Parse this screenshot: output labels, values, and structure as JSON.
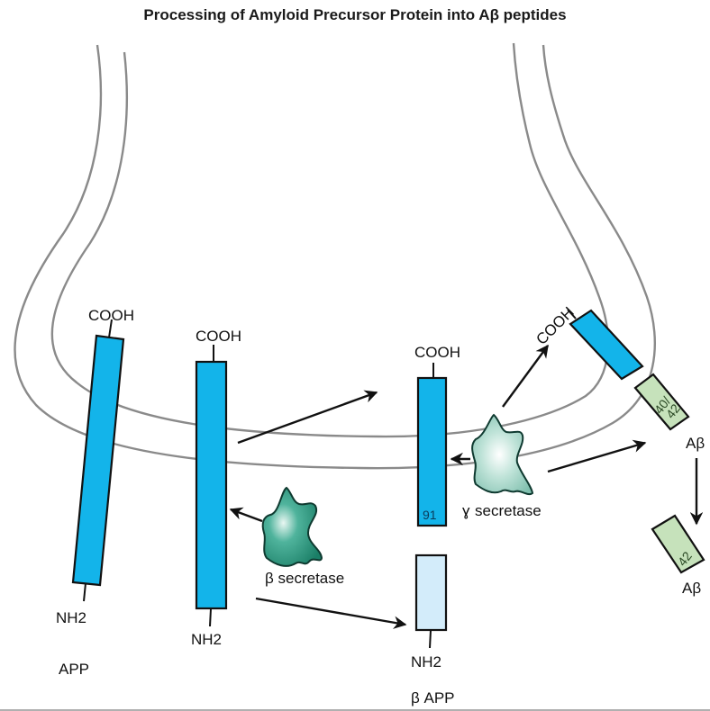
{
  "title": "Processing of Amyloid Precursor Protein into Aβ  peptides",
  "colors": {
    "protein_blue": "#13b4ea",
    "beta_app_light_blue": "#d3ecfa",
    "abeta_green": "#c6e2bb",
    "membrane_gray": "#8a8a8a",
    "beta_secretase": "#1f8f75",
    "gamma_secretase": "#9fd3c4"
  },
  "labels": {
    "cooh": "COOH",
    "nh2": "NH2",
    "app": "APP",
    "beta_app": "β APP",
    "beta_secretase": "β secretase",
    "gamma_symbol": "ɣ",
    "gamma_secretase": "secretase",
    "c99_number": "91",
    "abeta_fragment_line1": "40/",
    "abeta_fragment_line2": "42",
    "abeta_42": "42",
    "abeta": "Aβ"
  }
}
